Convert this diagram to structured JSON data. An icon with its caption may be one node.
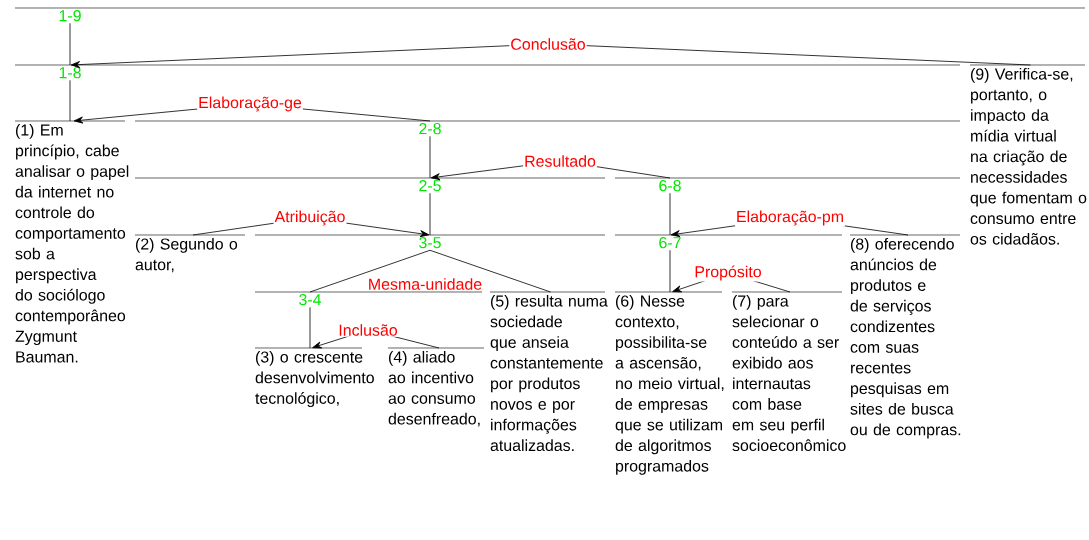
{
  "diagram": {
    "nodes": [
      {
        "text": [
          "1-9"
        ]
      },
      {
        "text": [
          "1-8"
        ]
      },
      {
        "text": [
          "(9) Verifica-se, portanto, o impacto da mídia virtual na criação de necessidades que fomentam o consumo entre os cidadãos."
        ]
      },
      {
        "text": [
          "(1) Em princípio, cabe analisar o papel da internet no controle do comportamento sob a perspectiva do sociólogo contemporâneo Zygmunt Bauman."
        ]
      },
      {
        "text": [
          "2-8"
        ]
      },
      {
        "text": [
          "2-5"
        ]
      },
      {
        "text": [
          "6-8"
        ]
      },
      {
        "text": [
          "(2) Segundo o autor,"
        ]
      },
      {
        "text": [
          "3-5"
        ]
      },
      {
        "text": [
          "3-4"
        ]
      },
      {
        "text": [
          "(5) resulta numa sociedade que anseia constantemente por produtos novos e por informações atualizadas."
        ]
      },
      {
        "text": [
          "(3) o crescente desenvolvimento tecnológico,"
        ]
      },
      {
        "text": [
          "(4) aliado ao incentivo ao consumo desenfreado,"
        ]
      },
      {
        "text": [
          "6-7"
        ]
      },
      {
        "text": [
          "(8) oferecendo anúncios de produtos e de serviços condizentes com suas recentes pesquisas em sites de busca ou de compras."
        ]
      },
      {
        "text": [
          "(6) Nesse contexto, possibilita-se a ascensão, no meio virtual, de empresas que se utilizam de algoritmos programados"
        ]
      },
      {
        "text": [
          "(7) para selecionar o conteúdo a ser exibido aos internautas com base em seu perfil socioeconômico"
        ]
      }
    ],
    "edges": [
      {
        "from": 0,
        "to": 1,
        "arrow": "none"
      },
      {
        "from": 2,
        "to": 1,
        "arrow": "to",
        "label": "Conclusão"
      },
      {
        "from": 1,
        "to": 3,
        "arrow": "none"
      },
      {
        "from": 4,
        "to": 3,
        "arrow": "to",
        "label": "Elaboração-ge"
      },
      {
        "from": 4,
        "to": 5,
        "arrow": "none"
      },
      {
        "from": 6,
        "to": 5,
        "arrow": "to",
        "label": "Resultado"
      },
      {
        "from": 5,
        "to": 8,
        "arrow": "none"
      },
      {
        "from": 7,
        "to": 8,
        "arrow": "to",
        "label": "Atribuição"
      },
      {
        "from": 8,
        "to": 9,
        "arrow": "none",
        "label": "Mesma-unidade"
      },
      {
        "from": 8,
        "to": 10,
        "arrow": "none"
      },
      {
        "from": 9,
        "to": 11,
        "arrow": "none"
      },
      {
        "from": 12,
        "to": 11,
        "arrow": "to",
        "label": "Inclusão"
      },
      {
        "from": 6,
        "to": 13,
        "arrow": "none"
      },
      {
        "from": 14,
        "to": 13,
        "arrow": "to",
        "label": "Elaboração-pm"
      },
      {
        "from": 13,
        "to": 15,
        "arrow": "none"
      },
      {
        "from": 16,
        "to": 15,
        "arrow": "to",
        "label": "Propósito"
      }
    ]
  }
}
